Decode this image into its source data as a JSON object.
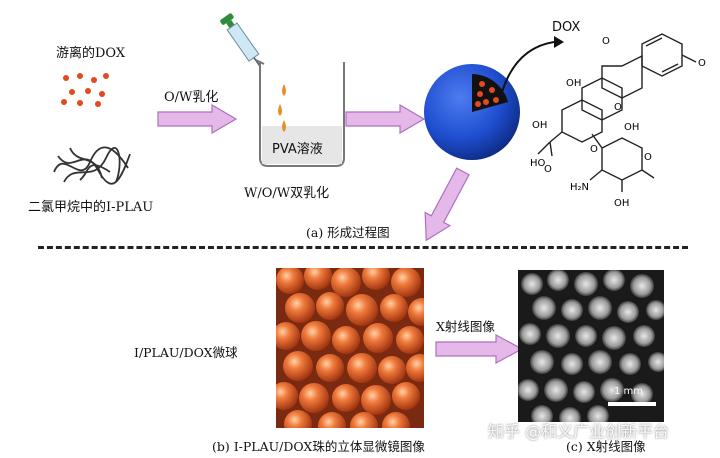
{
  "top": {
    "free_dox_label": "游离的DOX",
    "polymer_label": "二氯甲烷中的I-PLAU",
    "ow_label": "O/W乳化",
    "pva_label": "PVA溶液",
    "wow_label": "W/O/W双乳化",
    "dox_label": "DOX",
    "caption": "(a) 形成过程图"
  },
  "bottom": {
    "microsphere_label": "I/PLAU/DOX微球",
    "xray_arrow_label": "X射线图像",
    "scale_label": "1 mm",
    "caption_b": "(b) I-PLAU/DOX珠的立体显微镜图像",
    "caption_c": "(c) X射线图像"
  },
  "molecule": {
    "atoms": [
      "O",
      "O",
      "O",
      "OH",
      "OH",
      "O",
      "OH",
      "HO",
      "O",
      "H₂N",
      "O",
      "OH"
    ]
  },
  "watermark": "知乎 @和义广业创新平台",
  "colors": {
    "arrow_fill": "#e4b8e8",
    "arrow_stroke": "#b06ec0",
    "dot_red": "#e24a1f",
    "sphere_blue": "#1f4fd0",
    "photo_orange": "#e06030"
  }
}
